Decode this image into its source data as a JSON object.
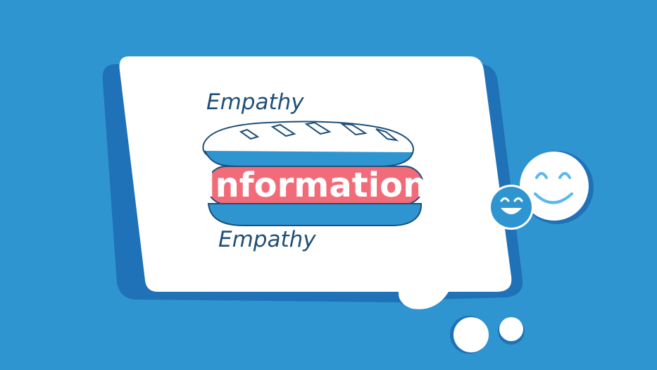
{
  "illustration": {
    "top_label": "Empathy",
    "center_label": "Information",
    "bottom_label": "Empathy"
  },
  "colors": {
    "background": "#2f95d0",
    "shadow": "#1f72b8",
    "bubble": "#ffffff",
    "text": "#1f4f78",
    "filling": "#f26b79",
    "bread_outline": "#1f4f78",
    "bread_blue": "#2f95d0"
  },
  "icons": {
    "speech_bubble": "speech-bubble-icon",
    "sandwich": "sandwich-icon",
    "small_smile": "laughing-face-icon",
    "large_smile": "smiling-face-icon"
  }
}
